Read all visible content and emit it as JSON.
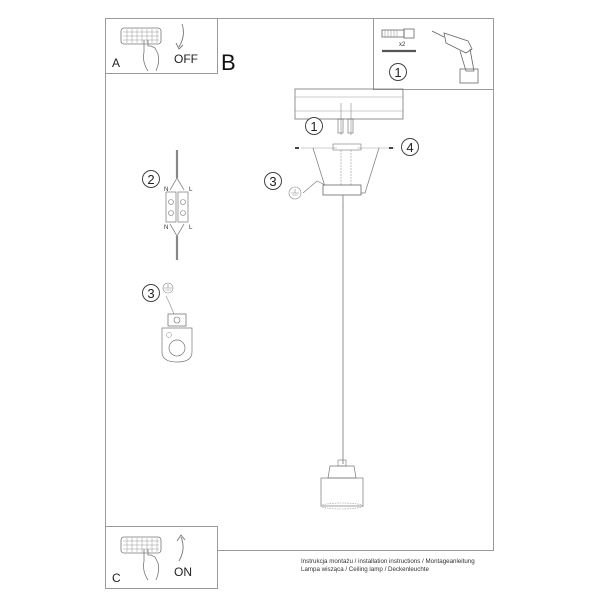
{
  "sheet": {
    "type": "installation-instructions",
    "section_b_label": "B"
  },
  "panels": {
    "a": {
      "letter": "A",
      "switch_state": "OFF"
    },
    "c": {
      "letter": "C",
      "switch_state": "ON"
    }
  },
  "parts_box": {
    "quantity": "x2",
    "callout": "1"
  },
  "callouts": {
    "ceiling_screws": "1",
    "terminal_block": "2",
    "ground_detail": "3",
    "ground_main": "3",
    "side_screws": "4"
  },
  "terminal_block": {
    "top_left": "N",
    "top_right": "L",
    "bottom_left": "N",
    "bottom_right": "L"
  },
  "footer": {
    "line1": "Instrukcja montażu / installation instructions / Montageanleitung",
    "line2": "Lampa wisząca / Ceiling lamp / Deckenleuchte"
  },
  "colors": {
    "line": "#9a9a9a",
    "ink": "#333333",
    "background": "#ffffff"
  }
}
